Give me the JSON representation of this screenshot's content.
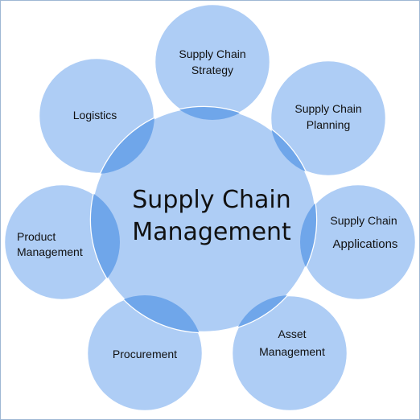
{
  "center": {
    "line1": "Supply Chain",
    "line2": "Management"
  },
  "nodes": [
    {
      "id": "strategy",
      "line1": "Supply Chain",
      "line2": "Strategy"
    },
    {
      "id": "planning",
      "line1": "Supply Chain",
      "line2": "Planning"
    },
    {
      "id": "applications",
      "line1": "Supply Chain",
      "line2": "Applications"
    },
    {
      "id": "asset",
      "line1": "Asset",
      "line2": "Management"
    },
    {
      "id": "procurement",
      "line1": "Procurement",
      "line2": ""
    },
    {
      "id": "product",
      "line1": "Product",
      "line2": "Management"
    },
    {
      "id": "logistics",
      "line1": "Logistics",
      "line2": ""
    }
  ],
  "colors": {
    "fill": "#aecdf5",
    "stroke": "#ffffff",
    "overlap": "#6fa6ea",
    "border": "#9fb8d4"
  }
}
